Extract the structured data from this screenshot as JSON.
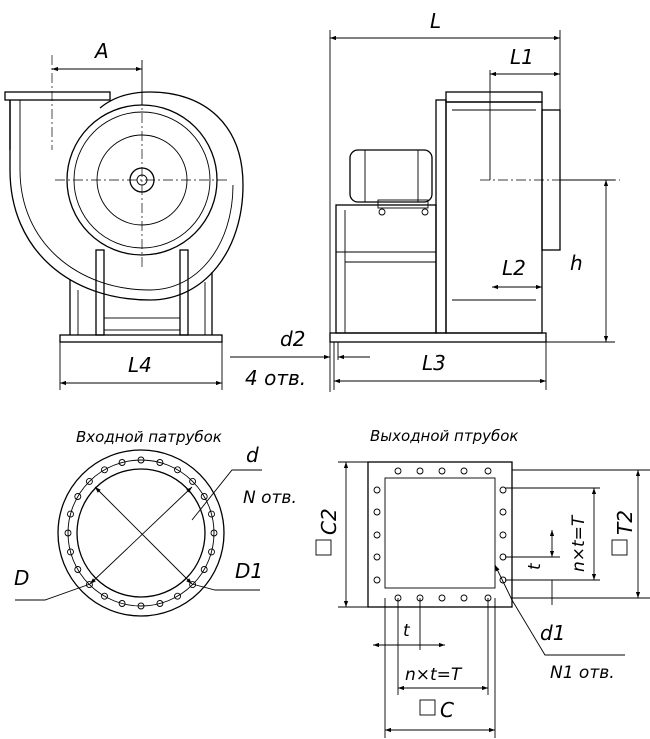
{
  "labels": {
    "A": "A",
    "L": "L",
    "L1": "L1",
    "L2": "L2",
    "L3": "L3",
    "L4": "L4",
    "h": "h",
    "d2": "d2",
    "holes4": "4 отв.",
    "inlet_title": "Входной патрубок",
    "outlet_title": "Выходной птрубок",
    "d": "d",
    "N_holes": "N отв.",
    "D": "D",
    "D1": "D1",
    "C2": "C2",
    "T2": "T2",
    "nT_vert": "n×t=T",
    "t_vert": "t",
    "d1": "d1",
    "N1_holes": "N1 отв.",
    "t_horiz": "t",
    "nT_horiz": "n×t=T",
    "C": "C"
  }
}
